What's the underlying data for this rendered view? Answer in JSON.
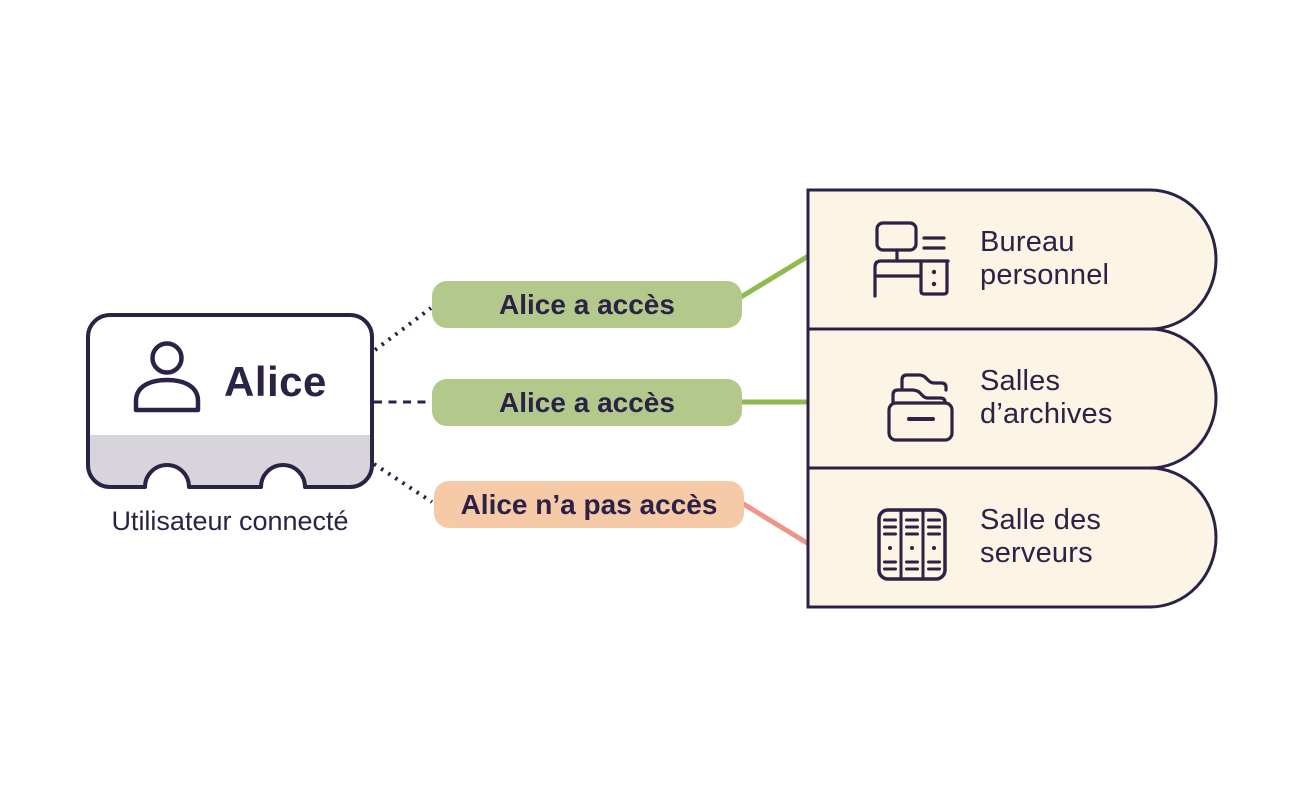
{
  "colors": {
    "dark": "#2b2245",
    "cream": "#fcf4e4",
    "gray": "#d8d4dc",
    "green_badge": "#b3c98c",
    "green_line": "#8eba50",
    "salmon_badge": "#f6c9a7",
    "salmon_line": "#ef968b"
  },
  "user_card": {
    "name": "Alice",
    "caption": "Utilisateur connecté",
    "icon": "person-icon"
  },
  "badges": [
    {
      "label": "Alice a accès",
      "status": "granted"
    },
    {
      "label": "Alice a accès",
      "status": "granted"
    },
    {
      "label": "Alice n’a pas accès",
      "status": "denied"
    }
  ],
  "rooms": [
    {
      "label": "Bureau\npersonnel",
      "icon": "desk-icon"
    },
    {
      "label": "Salles\nd’archives",
      "icon": "archive-icon"
    },
    {
      "label": "Salle des\nserveurs",
      "icon": "server-icon"
    }
  ]
}
